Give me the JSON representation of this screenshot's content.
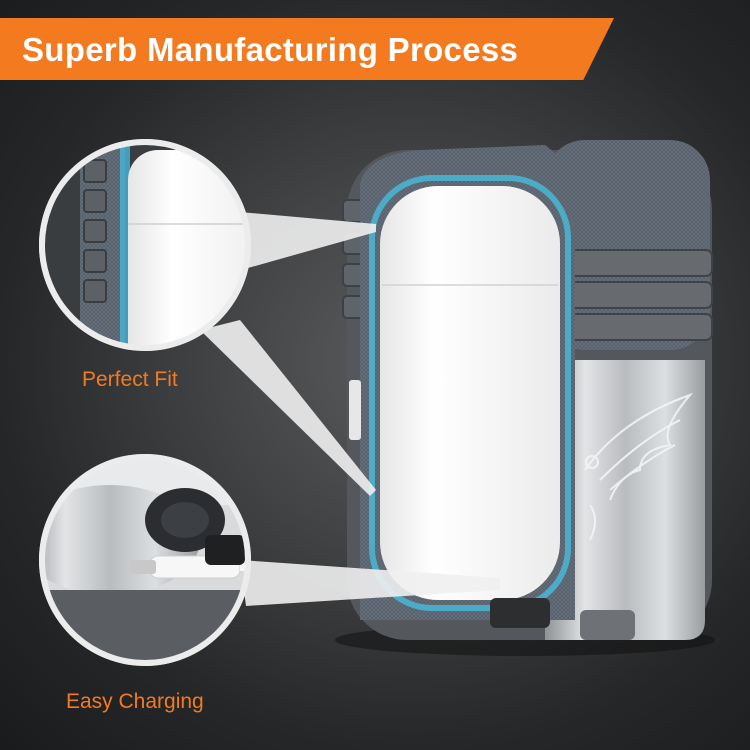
{
  "banner": {
    "title": "Superb Manufacturing Process",
    "color": "#f47a20"
  },
  "callouts": {
    "perfect_fit": "Perfect Fit",
    "easy_charging": "Easy Charging"
  },
  "colors": {
    "label": "#f47a20",
    "case_rubber": "#55595e",
    "case_metal": "#c8cacc",
    "inner_liner_glow": "#49b7d6",
    "earbud_case": "#f5f5f5"
  },
  "icons": [
    "eagle-emblem-icon",
    "usb-cable-icon"
  ]
}
